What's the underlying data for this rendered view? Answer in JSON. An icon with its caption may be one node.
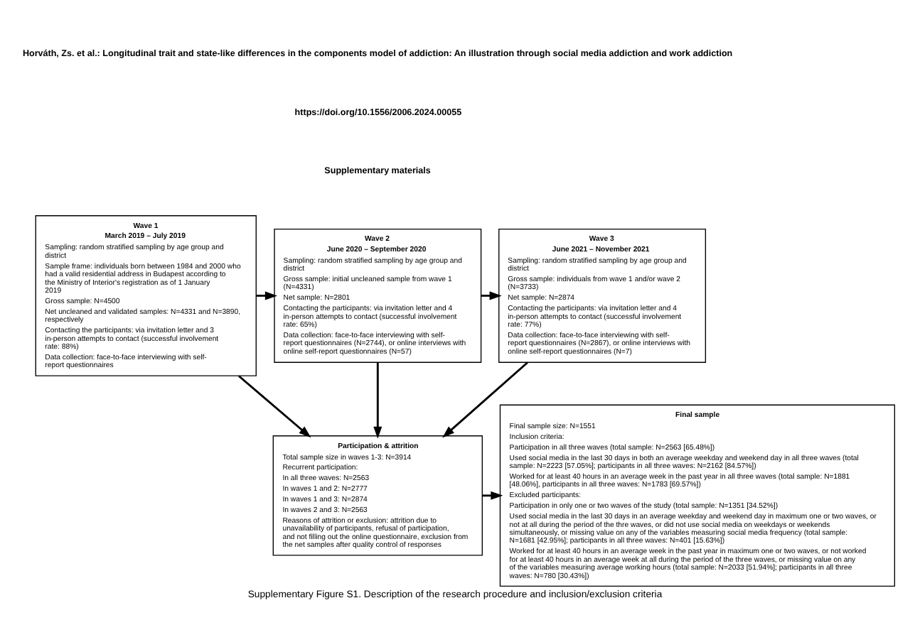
{
  "diagram": {
    "caption": "Supplementary Figure S1. Description of the research procedure and inclusion/exclusion criteria",
    "nodes": [
      {
        "text": [
          "Wave 1",
          "March 2019 – July 2019",
          "Sampling: random stratified sampling by age group and district",
          "Sample frame: individuals born between 1984 and 2000 who had a valid residential address in Budapest according to the Ministry of Interior's registration as of 1 January 2019",
          "Gross sample: N=4500",
          "Net uncleaned and validated samples: N=4331 and N=3890, respectively",
          "Contacting the participants: via invitation letter and 3 in-person attempts to contact (successful involvement rate: 88%)",
          "Data collection: face-to-face interviewing with self-report questionnaires"
        ]
      },
      {
        "text": [
          "Wave 2",
          "June 2020 – September 2020",
          "Sampling: random stratified sampling by age group and district",
          "Gross sample: initial uncleaned sample from wave 1 (N=4331)",
          "Net sample: N=2801",
          "Contacting the participants: via invitation letter and 4 in-person attempts to contact (successful involvement rate: 65%)",
          "Data collection: face-to-face interviewing with self-report questionnaires (N=2744), or online interviews with online self-report questionnaires (N=57)"
        ]
      },
      {
        "text": [
          "Wave 3",
          "June 2021 – November 2021",
          "Sampling: random stratified sampling by age group and district",
          "Gross sample: individuals from wave 1 and/or wave 2 (N=3733)",
          "Net sample: N=2874",
          "Contacting the participants: via invitation letter and 4 in-person attempts to contact (successful involvement rate: 77%)",
          "Data collection: face-to-face interviewing with self-report questionnaires (N=2867), or online interviews with online self-report questionnaires (N=7)"
        ]
      },
      {
        "text": [
          "Participation & attrition",
          "Total sample size in waves 1-3: N=3914",
          "Recurrent participation:",
          "In all three waves: N=2563",
          "In waves 1 and 2: N=2777",
          "In waves 1 and 3: N=2874",
          "In waves 2 and 3: N=2563",
          "Reasons of attrition or exclusion: attrition due to unavailability of participants, refusal of participation, and not filling out the online questionnaire, exclusion from the net samples after quality control of responses"
        ]
      },
      {
        "text": [
          "Final sample",
          "Final sample size: N=1551",
          "Inclusion criteria:",
          "Participation in all three waves (total sample: N=2563 [65.48%])",
          "Used social media in the last 30 days in both an average weekday and weekend day in all three waves (total sample: N=2223 [57.05%]; participants in all three waves: N=2162 [84.57%])",
          "Worked for at least 40 hours in an average week in the past year in all three waves (total sample: N=1881 [48.06%], participants in all three waves: N=1783 [69.57%])",
          "Excluded participants:",
          "Participation in only one or two waves of the study (total sample: N=1351 [34.52%])",
          "Used social media in the last 30 days in an average weekday and weekend day in maximum one or two waves, or not at all during the period of the thre waves, or did not use social media on weekdays or weekends simultaneously, or missing value on any of the variables measuring social media frequency (total sample: N=1681 [42.95%]; participants in all three waves: N=401 [15.63%])",
          "Worked for at least 40 hours in an average week in the past year in maximum one or two waves, or not worked for at least 40 hours in an average week at all during the period of the three waves, or missing value on any of the variables measuring average working hours (total sample: N=2033 [51.94%]; participants in all three waves: N=780 [30.43%])"
        ]
      }
    ],
    "edges": [
      {
        "from": 0,
        "to": 1,
        "arrow": "to"
      },
      {
        "from": 1,
        "to": 2,
        "arrow": "to"
      },
      {
        "from": 0,
        "to": 3,
        "arrow": "to"
      },
      {
        "from": 1,
        "to": 3,
        "arrow": "to"
      },
      {
        "from": 2,
        "to": 3,
        "arrow": "to"
      },
      {
        "from": 3,
        "to": 4,
        "arrow": "to"
      }
    ],
    "labels": [
      "Horváth, Zs. et al.: Longitudinal trait and state-like differences in the components model of addiction: An illustration through social media addiction and work addiction",
      "https://doi.org/10.1556/2006.2024.00055",
      "Supplementary materials"
    ]
  }
}
